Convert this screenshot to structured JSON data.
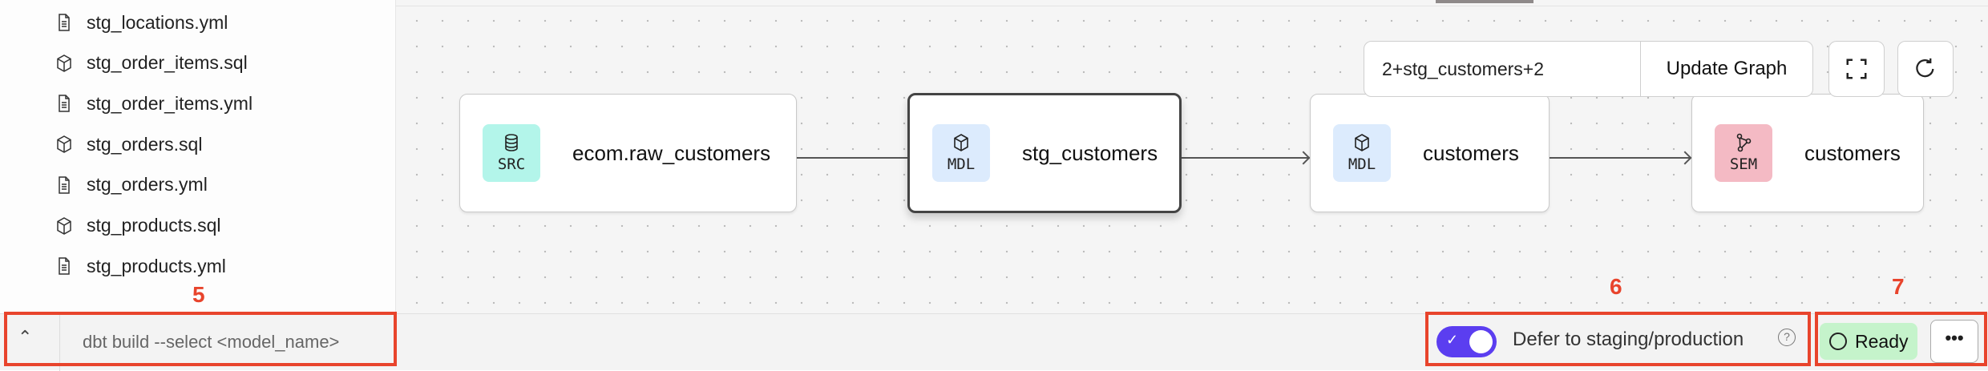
{
  "sidebar": {
    "files": [
      {
        "name": "stg_locations.yml",
        "icon": "file-icon"
      },
      {
        "name": "stg_order_items.sql",
        "icon": "cube-icon"
      },
      {
        "name": "stg_order_items.yml",
        "icon": "file-icon"
      },
      {
        "name": "stg_orders.sql",
        "icon": "cube-icon"
      },
      {
        "name": "stg_orders.yml",
        "icon": "file-icon"
      },
      {
        "name": "stg_products.sql",
        "icon": "cube-icon"
      },
      {
        "name": "stg_products.yml",
        "icon": "file-icon"
      }
    ]
  },
  "graph": {
    "selector_value": "2+stg_customers+2",
    "update_label": "Update Graph",
    "nodes": [
      {
        "badge": "SRC",
        "label": "ecom.raw_customers",
        "color": "#b3f5ea",
        "icon": "database-icon"
      },
      {
        "badge": "MDL",
        "label": "stg_customers",
        "color": "#dcebfd",
        "icon": "cube-icon",
        "selected": true
      },
      {
        "badge": "MDL",
        "label": "customers",
        "color": "#dcebfd",
        "icon": "cube-icon"
      },
      {
        "badge": "SEM",
        "label": "customers",
        "color": "#f4bac4",
        "icon": "semantic-graph-icon"
      }
    ]
  },
  "bottom": {
    "command_placeholder": "dbt build --select <model_name>",
    "defer_label": "Defer to staging/production",
    "defer_enabled": true,
    "status": "Ready",
    "more_label": "•••",
    "toggle_color": "#5b3ef0",
    "status_color": "#c5f3cb"
  },
  "annotations": {
    "a5": "5",
    "a6": "6",
    "a7": "7",
    "color": "#e8442c"
  }
}
